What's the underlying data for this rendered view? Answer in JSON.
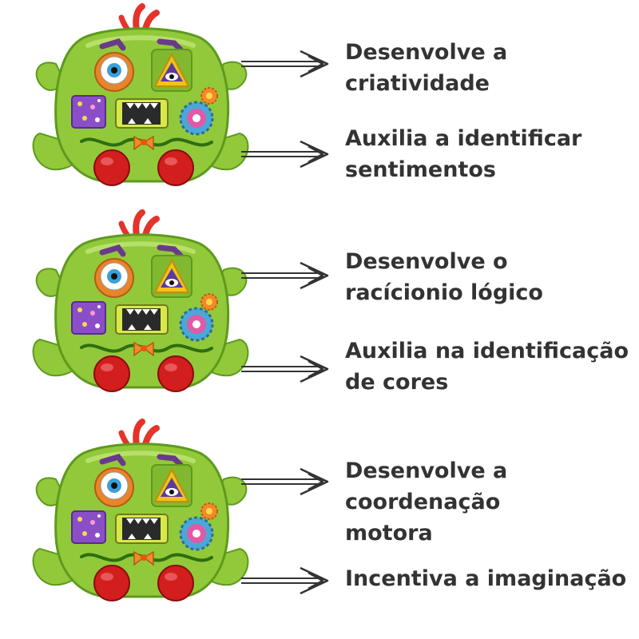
{
  "colors": {
    "body": "#92c93a",
    "body_dark": "#5e9a1c",
    "body_light": "#b7e06a",
    "button_red": "#d31e1e",
    "crest": "#e5332a",
    "brow": "#6a3a8a",
    "text": "#333333"
  },
  "toys": [
    {
      "icons": [
        "monster-toy",
        "eye-dial-icon",
        "triangle-eye-icon",
        "purple-block-icon",
        "mouth-roller-icon",
        "gear-icon",
        "bow-tie-icon",
        "red-button-icon"
      ],
      "captions": [
        {
          "lines": [
            "Desenvolve a",
            "criatividade"
          ]
        },
        {
          "lines": [
            "Auxilia a identificar",
            "sentimentos"
          ]
        }
      ]
    },
    {
      "icons": [
        "monster-toy",
        "eye-dial-icon",
        "triangle-eye-icon",
        "purple-block-icon",
        "mouth-roller-icon",
        "gear-icon",
        "bow-tie-icon",
        "red-button-icon"
      ],
      "captions": [
        {
          "lines": [
            "Desenvolve o",
            "racícionio lógico"
          ]
        },
        {
          "lines": [
            "Auxilia na identificação",
            "de cores"
          ]
        }
      ]
    },
    {
      "icons": [
        "monster-toy",
        "eye-dial-icon",
        "triangle-eye-icon",
        "purple-block-icon",
        "mouth-roller-icon",
        "gear-icon",
        "bow-tie-icon",
        "red-button-icon"
      ],
      "captions": [
        {
          "lines": [
            "Desenvolve a",
            "coordenação",
            "motora"
          ]
        },
        {
          "lines": [
            "Incentiva a imaginação"
          ]
        }
      ]
    }
  ]
}
